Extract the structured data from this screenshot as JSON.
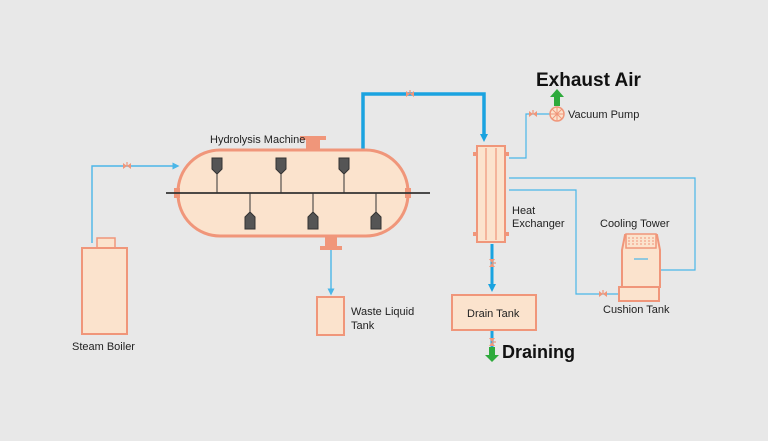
{
  "labels": {
    "hydrolysis_machine": "Hydrolysis Machine",
    "steam_boiler": "Steam Boiler",
    "waste_liquid_tank_line1": "Waste Liquid",
    "waste_liquid_tank_line2": "Tank",
    "heat_exchanger_line1": "Heat",
    "heat_exchanger_line2": "Exchanger",
    "drain_tank": "Drain Tank",
    "draining": "Draining",
    "exhaust_air": "Exhaust Air",
    "vacuum_pump": "Vacuum Pump",
    "cooling_tower": "Cooling Tower",
    "cushion_tank": "Cushion Tank"
  },
  "colors": {
    "background": "#e8e8e8",
    "vessel_fill": "#fbe3cd",
    "vessel_stroke": "#f0967a",
    "pipe_thick": "#1aa3e0",
    "pipe_thin": "#4ab6e8",
    "nozzle": "#f0967a",
    "agitator": "#555555",
    "arrow_green": "#2eaa3c",
    "valve": "#f0967a"
  }
}
